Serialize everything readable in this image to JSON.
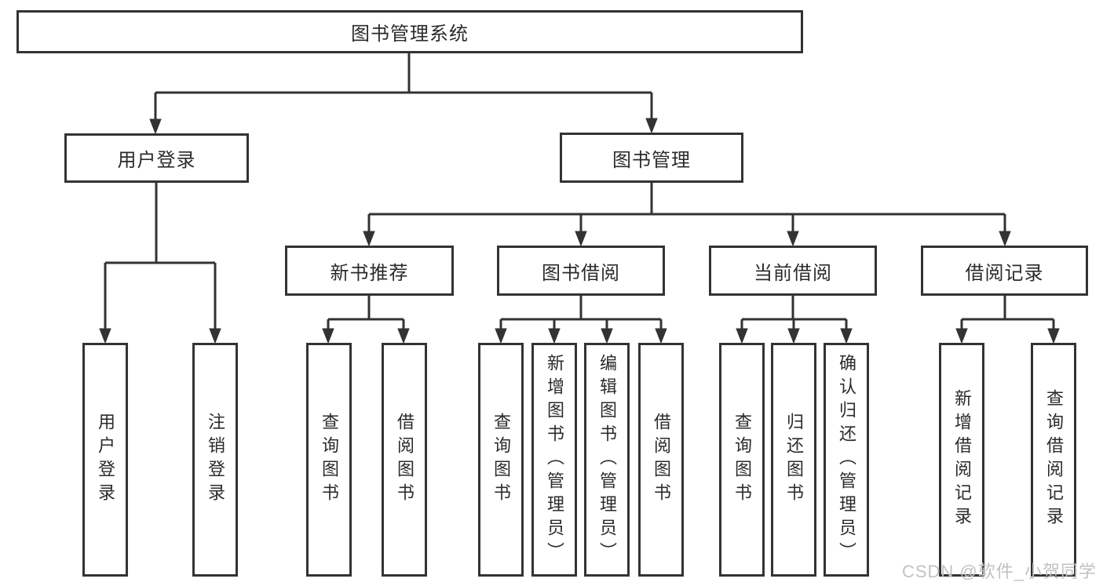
{
  "diagram": {
    "root": {
      "label": "图书管理系统"
    },
    "level2": [
      {
        "label": "用户登录"
      },
      {
        "label": "图书管理"
      }
    ],
    "level3": [
      {
        "label": "新书推荐"
      },
      {
        "label": "图书借阅"
      },
      {
        "label": "当前借阅"
      },
      {
        "label": "借阅记录"
      }
    ],
    "leaves": {
      "user_login": [
        "用户登录",
        "注销登录"
      ],
      "new_book": [
        "查询图书",
        "借阅图书"
      ],
      "book_borrow": [
        "查询图书",
        "新增图书（管理员）",
        "编辑图书（管理员）",
        "借阅图书"
      ],
      "current_borrow": [
        "查询图书",
        "归还图书",
        "确认归还（管理员）"
      ],
      "borrow_record": [
        "新增借阅记录",
        "查询借阅记录"
      ]
    }
  },
  "watermark": {
    "text": "CSDN @软件_小贺同学"
  },
  "colors": {
    "line": "#333333",
    "box_border": "#333333",
    "text": "#2b2b2b",
    "watermark_text": "#c2c2c2",
    "background": "#ffffff"
  }
}
